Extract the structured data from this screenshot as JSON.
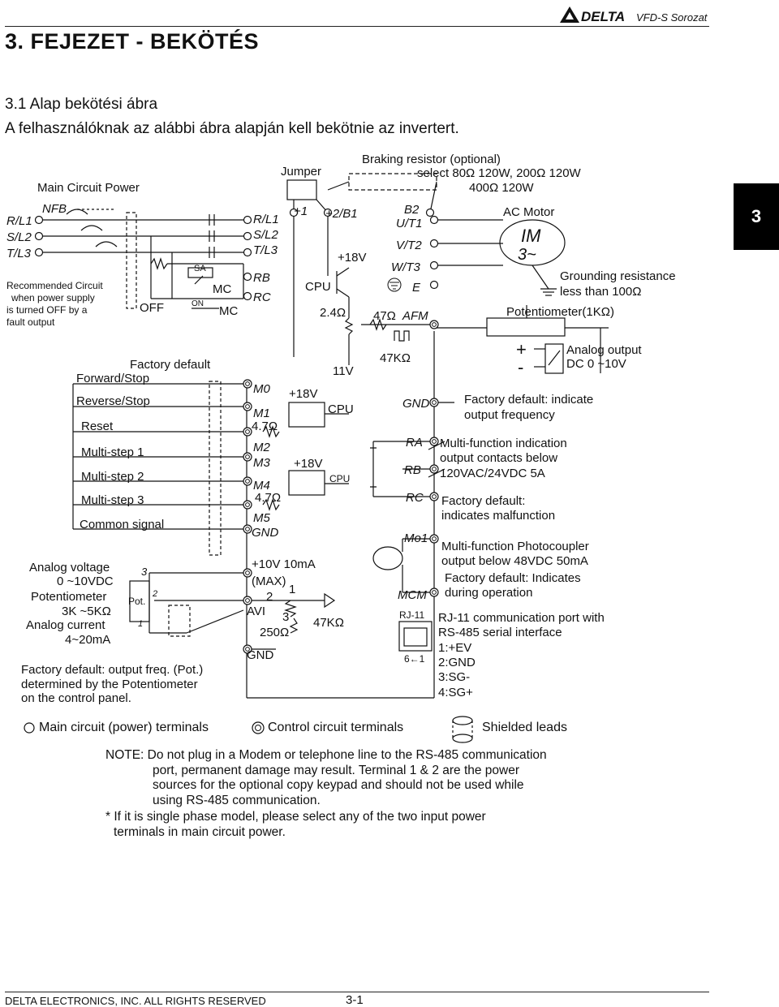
{
  "header": {
    "brand": "DELTA",
    "product": "VFD-S Sorozat"
  },
  "chapter_title": "3. FEJEZET - BEKÖTÉS",
  "section_title": "3.1 Alap bekötési ábra",
  "intro": "A felhasználóknak az alábbi ábra alapján kell bekötnie az invertert.",
  "side_tab": "3",
  "diagram": {
    "main_circuit_power": "Main Circuit Power",
    "nfb": "NFB",
    "inputs": [
      "R/L1",
      "S/L2",
      "T/L3"
    ],
    "recommended": [
      "Recommended Circuit",
      "when power supply",
      "is turned OFF by a",
      "fault output"
    ],
    "sa": "SA",
    "mc": "MC",
    "off": "OFF",
    "on": "ON",
    "jumper": "Jumper",
    "braking": [
      "Braking resistor (optional)",
      "select 80Ω 120W, 200Ω 120W",
      "400Ω 120W"
    ],
    "inv_inputs": [
      "R/L1",
      "S/L2",
      "T/L3"
    ],
    "plus1": "+1",
    "plus2": "+2/B1",
    "b2": "B2",
    "outputs": [
      "U/T1",
      "V/T2",
      "W/T3"
    ],
    "e": "E",
    "rb": "RB",
    "rc": "RC",
    "cpu": "CPU",
    "v18": "+18V",
    "r24": "2.4Ω",
    "r47": "47Ω",
    "afm": "AFM",
    "ac_motor": "AC Motor",
    "im": "IM",
    "im3": "3~",
    "grounding": [
      "Grounding resistance",
      "less than 100Ω"
    ],
    "pot1k": "Potentiometer(1KΩ)",
    "analog_out": [
      "Analog output",
      "DC 0 ~10V"
    ],
    "plus": "+",
    "minus": "-",
    "v11": "11V",
    "k47": "47KΩ",
    "gnd": "GND",
    "factory_afm": [
      "Factory default: indicate",
      "output frequency"
    ],
    "factory_default": "Factory default",
    "inputs_left": [
      "Forward/Stop",
      "Reverse/Stop",
      "Reset",
      "Multi-step 1",
      "Multi-step 2",
      "Multi-step 3",
      "Common signal"
    ],
    "m_terms": [
      "M0",
      "M1",
      "M2",
      "M3",
      "M4",
      "M5",
      "GND"
    ],
    "r47a": "4.7Ω",
    "r47b": "4.7Ω",
    "v18b": "+18V",
    "v18c": "+18V",
    "cpu2": "CPU",
    "cpu3": "CPU",
    "ra": "RA",
    "rb2": "RB",
    "rc2": "RC",
    "relay_text": [
      "Multi-function indication",
      "output contacts below",
      "120VAC/24VDC 5A",
      "Factory default:",
      "indicates malfunction"
    ],
    "mo1": "Mo1",
    "mcm": "MCM",
    "mo1_text": [
      "Multi-function Photocoupler",
      "output below 48VDC 50mA",
      "Factory default: Indicates",
      "during operation"
    ],
    "analog_left": [
      "Analog voltage",
      "0 ~10VDC",
      "Potentiometer",
      "3K ~5KΩ",
      "Analog current",
      "4~20mA"
    ],
    "pot": "Pot.",
    "p3": "3",
    "p2": "2",
    "p1": "1",
    "v10": "+10V 10mA",
    "max": "(MAX)",
    "avi": "AVI",
    "n2": "2",
    "n1": "1",
    "n3": "3",
    "r250": "250Ω",
    "k47b": "47KΩ",
    "gnd2": "GND",
    "rj11": "RJ-11",
    "rj_pins": "6←1",
    "rj_text": [
      "RJ-11 communication port with",
      "RS-485 serial interface",
      "1:+EV",
      "2:GND",
      "3:SG-",
      "4:SG+"
    ],
    "factory_pot": [
      "Factory default: output freq. (Pot.)",
      "determined by the Potentiometer",
      "on the control panel."
    ]
  },
  "legend": {
    "main": "Main circuit (power) terminals",
    "control": "Control circuit terminals",
    "shield": "Shielded leads"
  },
  "note": [
    "NOTE: Do not plug in a Modem or telephone line to the RS-485 communication",
    "port, permanent damage may result. Terminal 1 & 2 are the power",
    "sources for the optional copy keypad and should not be used while",
    "using RS-485 communication."
  ],
  "note2": [
    "* If it is single phase model, please select any of the two input power",
    "terminals in main circuit power."
  ],
  "footer": {
    "company": "DELTA ELECTRONICS, INC. ALL RIGHTS RESERVED",
    "page": "3-1"
  }
}
